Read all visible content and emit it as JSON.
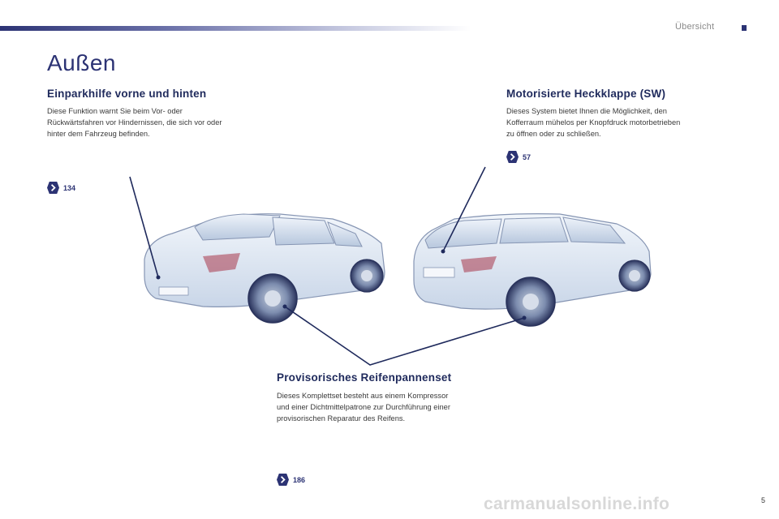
{
  "header": {
    "section_label": "Übersicht"
  },
  "page": {
    "title": "Außen",
    "number": "5"
  },
  "blocks": {
    "parking": {
      "title": "Einparkhilfe vorne und hinten",
      "lines": [
        "Diese Funktion warnt Sie beim Vor- oder",
        "Rückwärtsfahren vor Hindernissen, die sich vor oder",
        "hinter dem Fahrzeug befinden."
      ],
      "ref": "134"
    },
    "tailgate": {
      "title": "Motorisierte Heckklappe (SW)",
      "lines": [
        "Dieses System bietet Ihnen die Möglichkeit, den",
        "Kofferraum mühelos per Knopfdruck motorbetrieben",
        "zu öffnen oder zu schließen."
      ],
      "ref": "57"
    },
    "repair_kit": {
      "title": "Provisorisches Reifenpannenset",
      "lines": [
        "Dieses Komplettset besteht aus einem Kompressor",
        "und einer Dichtmittelpatrone zur Durchführung einer",
        "provisorischen Reparatur des Reifens."
      ],
      "ref": "186"
    }
  },
  "watermark": "carmanualsonline.info",
  "colors": {
    "accent": "#2c3374",
    "car_body": "#dde6f2",
    "callout_line": "#1f2a5c"
  },
  "icons": {
    "reference": "chevron-right-circle-icon"
  }
}
